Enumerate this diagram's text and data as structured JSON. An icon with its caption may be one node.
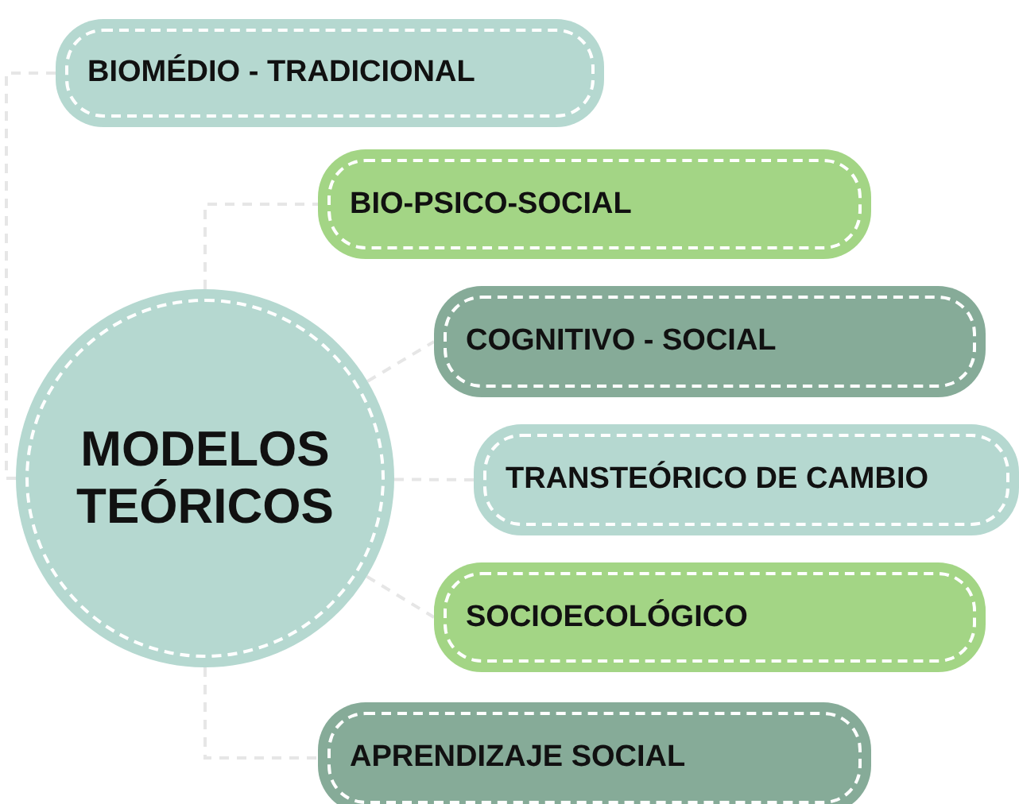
{
  "diagram": {
    "nodes": [
      {
        "text": [
          "MODELOS TEÓRICOS"
        ]
      },
      {
        "text": [
          "BIOMÉDIO - TRADICIONAL"
        ]
      },
      {
        "text": [
          "BIO-PSICO-SOCIAL"
        ]
      },
      {
        "text": [
          "COGNITIVO - SOCIAL"
        ]
      },
      {
        "text": [
          "TRANSTEÓRICO DE CAMBIO"
        ]
      },
      {
        "text": [
          "SOCIOECOLÓGICO"
        ]
      },
      {
        "text": [
          "APRENDIZAJE SOCIAL"
        ]
      }
    ],
    "edges": [
      {
        "from": 0,
        "to": 1,
        "arrow": "none",
        "style": "dashed"
      },
      {
        "from": 0,
        "to": 2,
        "arrow": "none",
        "style": "dashed"
      },
      {
        "from": 0,
        "to": 3,
        "arrow": "none",
        "style": "dashed"
      },
      {
        "from": 0,
        "to": 4,
        "arrow": "none",
        "style": "dashed"
      },
      {
        "from": 0,
        "to": 5,
        "arrow": "none",
        "style": "dashed"
      },
      {
        "from": 0,
        "to": 6,
        "arrow": "none",
        "style": "dashed"
      }
    ]
  }
}
